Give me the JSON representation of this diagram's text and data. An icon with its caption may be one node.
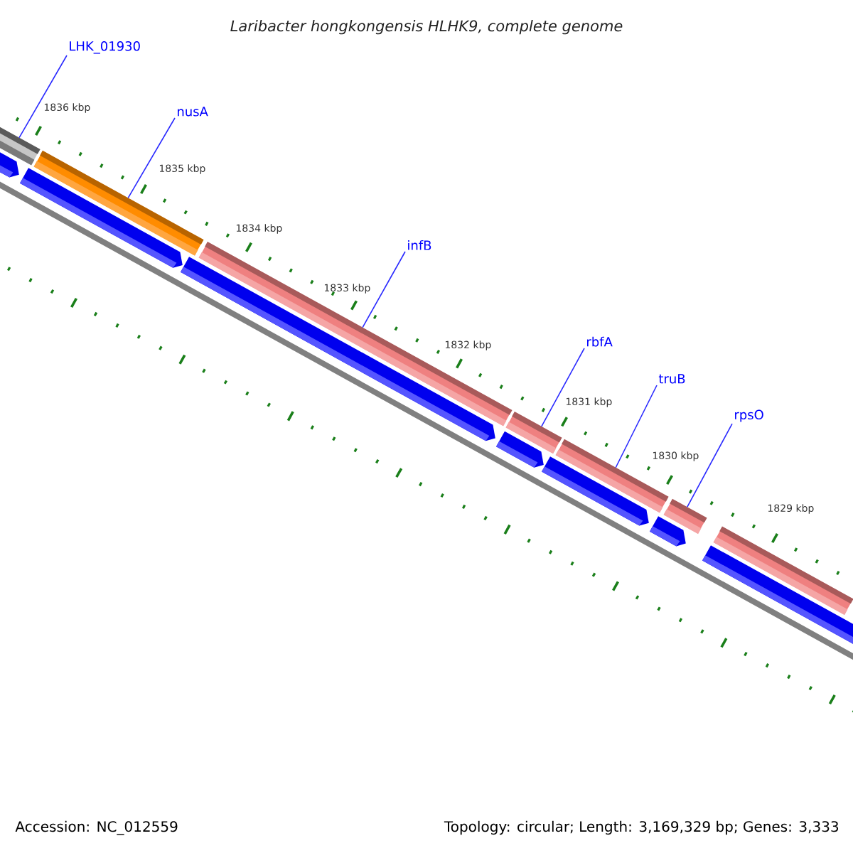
{
  "diagram": {
    "title": "Laribacter hongkongensis HLHK9, complete genome",
    "nodes": [
      {
        "text": [
          "LHK_01930"
        ]
      },
      {
        "text": [
          "nusA"
        ]
      },
      {
        "text": [
          "infB"
        ]
      },
      {
        "text": [
          "rbfA"
        ]
      },
      {
        "text": [
          "truB"
        ]
      },
      {
        "text": [
          "rpsO"
        ]
      },
      {
        "text": [],
        "shape": "bar"
      },
      {
        "text": [],
        "shape": "bar"
      },
      {
        "text": [],
        "shape": "bar"
      },
      {
        "text": [],
        "shape": "bar"
      },
      {
        "text": [],
        "shape": "bar"
      },
      {
        "text": [],
        "shape": "bar"
      },
      {
        "text": [],
        "shape": "bar"
      },
      {
        "text": [],
        "shape": "bar"
      },
      {
        "text": [],
        "shape": "bar"
      },
      {
        "text": [],
        "shape": "bar"
      },
      {
        "text": [],
        "shape": "bar"
      },
      {
        "text": [],
        "shape": "bar"
      },
      {
        "text": [],
        "shape": "bar"
      },
      {
        "text": [],
        "shape": "bar"
      }
    ],
    "edges": [
      {
        "from": 0,
        "to": 6,
        "arrow": "none"
      },
      {
        "from": 1,
        "to": 7,
        "arrow": "none"
      },
      {
        "from": 2,
        "to": 8,
        "arrow": "none"
      },
      {
        "from": 3,
        "to": 9,
        "arrow": "none"
      },
      {
        "from": 4,
        "to": 10,
        "arrow": "none"
      },
      {
        "from": 5,
        "to": 11,
        "arrow": "none"
      }
    ],
    "labels": [
      "1836 kbp",
      "1835 kbp",
      "1834 kbp",
      "1833 kbp",
      "1832 kbp",
      "1831 kbp",
      "1830 kbp",
      "1829 kbp",
      "Accession: NC_012559",
      "Topology: circular; Length: 3,169,329 bp; Genes: 3,333"
    ]
  }
}
